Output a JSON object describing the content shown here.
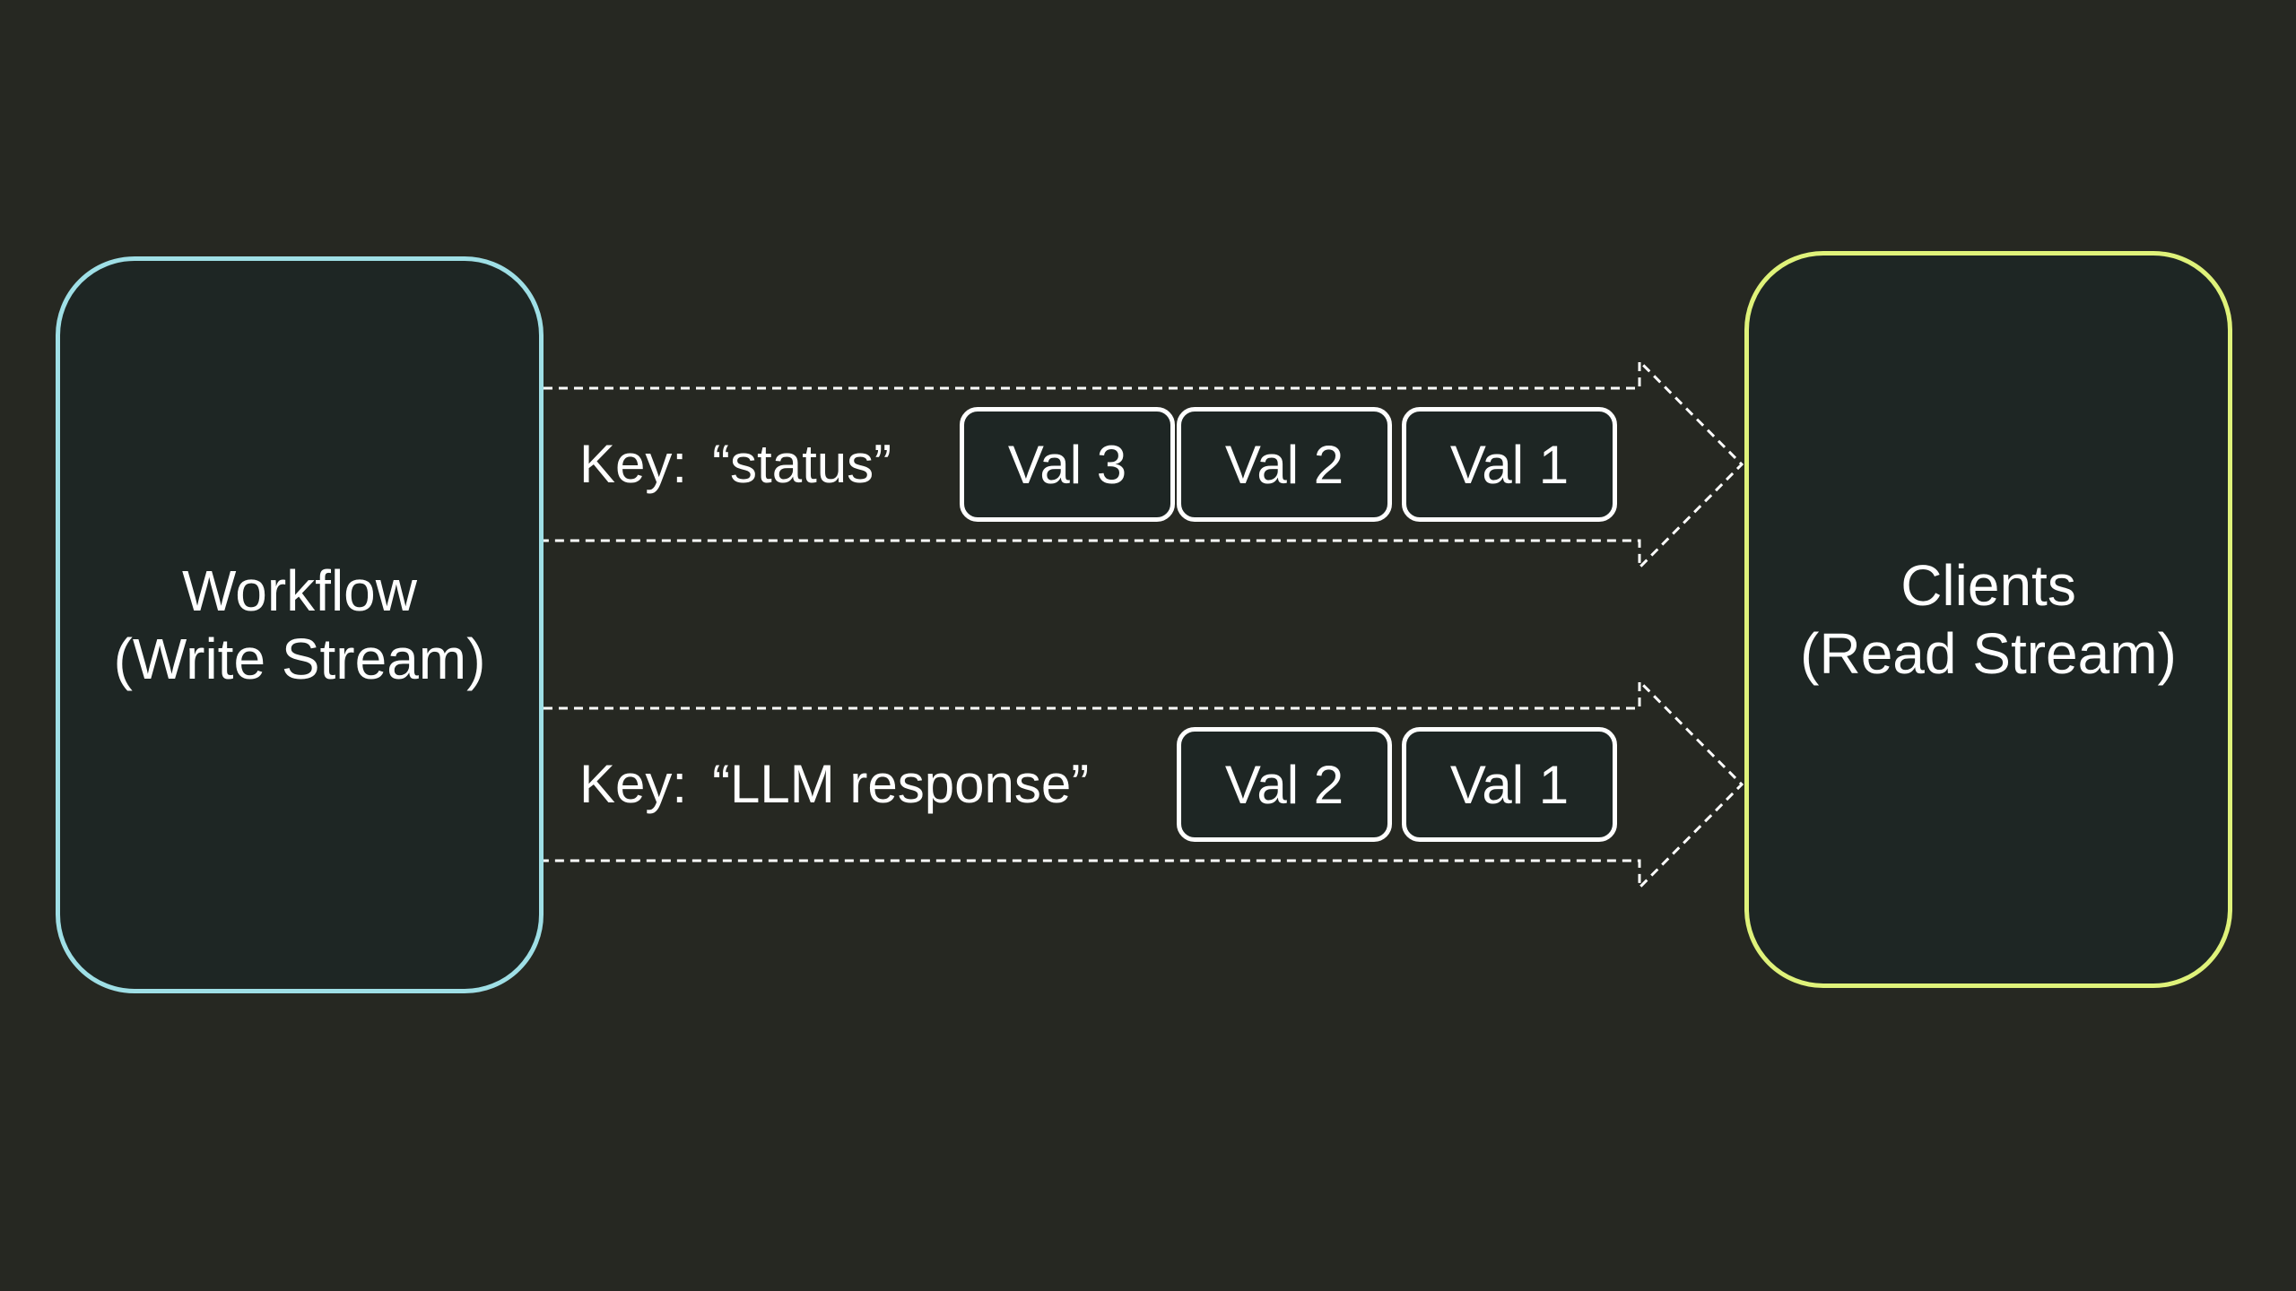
{
  "colors": {
    "background": "#262822",
    "node_fill": "#1e2624",
    "workflow_border": "#9fdfe6",
    "clients_border": "#dff27a",
    "stroke": "#ffffff"
  },
  "workflow": {
    "line1": "Workflow",
    "line2": "(Write Stream)"
  },
  "clients": {
    "line1": "Clients",
    "line2": "(Read Stream)"
  },
  "streams": [
    {
      "key_prefix": "Key:",
      "key_name": "“status”",
      "values": [
        "Val 3",
        "Val 2",
        "Val 1"
      ]
    },
    {
      "key_prefix": "Key:",
      "key_name": "“LLM response”",
      "values": [
        "Val 2",
        "Val 1"
      ]
    }
  ]
}
